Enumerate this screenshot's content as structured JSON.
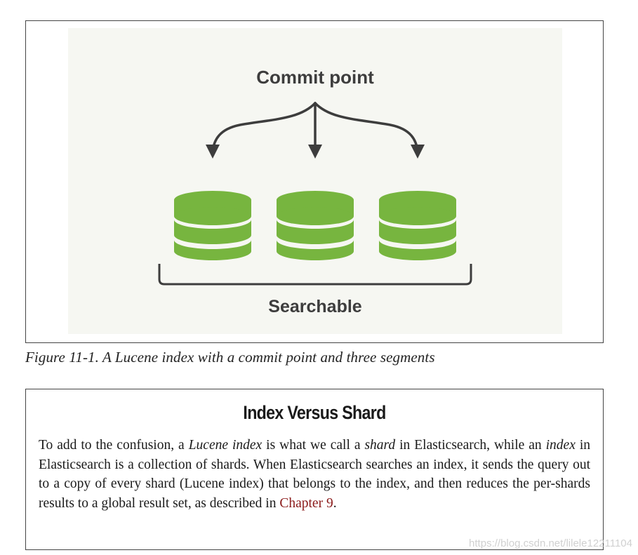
{
  "figure": {
    "diagram_top_label": "Commit point",
    "diagram_bottom_label": "Searchable",
    "segment_count": 3,
    "colors": {
      "segment_green": "#77b53f",
      "arrow_gray": "#3d3d3d",
      "panel_bg": "#f6f7f2"
    },
    "caption": "Figure 11-1. A Lucene index with a commit point and three segments"
  },
  "sidebar": {
    "title": "Index Versus Shard",
    "body": {
      "t1": "To add to the confusion, a ",
      "e1": "Lucene index",
      "t2": " is what we call a ",
      "e2": "shard",
      "t3": " in Elasticsearch, while an ",
      "e3": "index",
      "t4": " in Elasticsearch is a collection of shards. When Elasticsearch searches an index, it sends the query out to a copy of every shard (Lucene index) that belongs to the index, and then reduces the per-shards results to a global result set, as described in ",
      "link": "Chapter 9",
      "t5": "."
    }
  },
  "watermark": "https://blog.csdn.net/lilele12211104"
}
